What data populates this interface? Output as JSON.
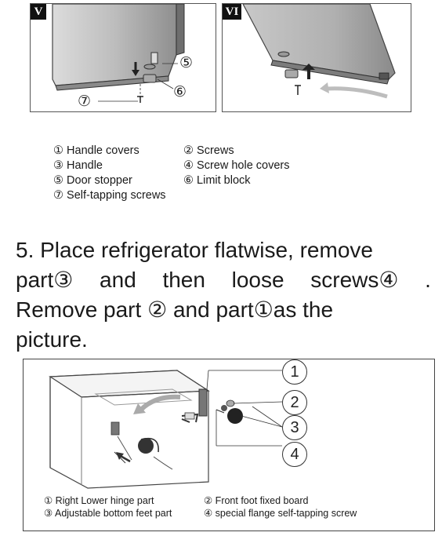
{
  "panel_v": {
    "tag": "V",
    "callouts": [
      "⑤",
      "⑥",
      "⑦"
    ]
  },
  "panel_vi": {
    "tag": "VI"
  },
  "legend_top": [
    [
      "① Handle covers",
      "② Screws"
    ],
    [
      "③ Handle",
      "④ Screw hole covers"
    ],
    [
      "⑤ Door stopper",
      "⑥ Limit block"
    ],
    [
      "⑦ Self-tapping screws",
      ""
    ]
  ],
  "step": {
    "line1": "5. Place refrigerator flatwise, remove",
    "line2_words": [
      "part③",
      "and",
      "then",
      "loose",
      "screws④",
      "."
    ],
    "line3": "Remove part ② and part①as  the",
    "line4": "picture."
  },
  "figure_bottom": {
    "callouts": [
      "1",
      "2",
      "3",
      "4"
    ],
    "legend": [
      [
        "① Right Lower hinge part",
        "② Front foot fixed board"
      ],
      [
        "③ Adjustable bottom feet part",
        "④ special flange self-tapping screw"
      ]
    ]
  }
}
